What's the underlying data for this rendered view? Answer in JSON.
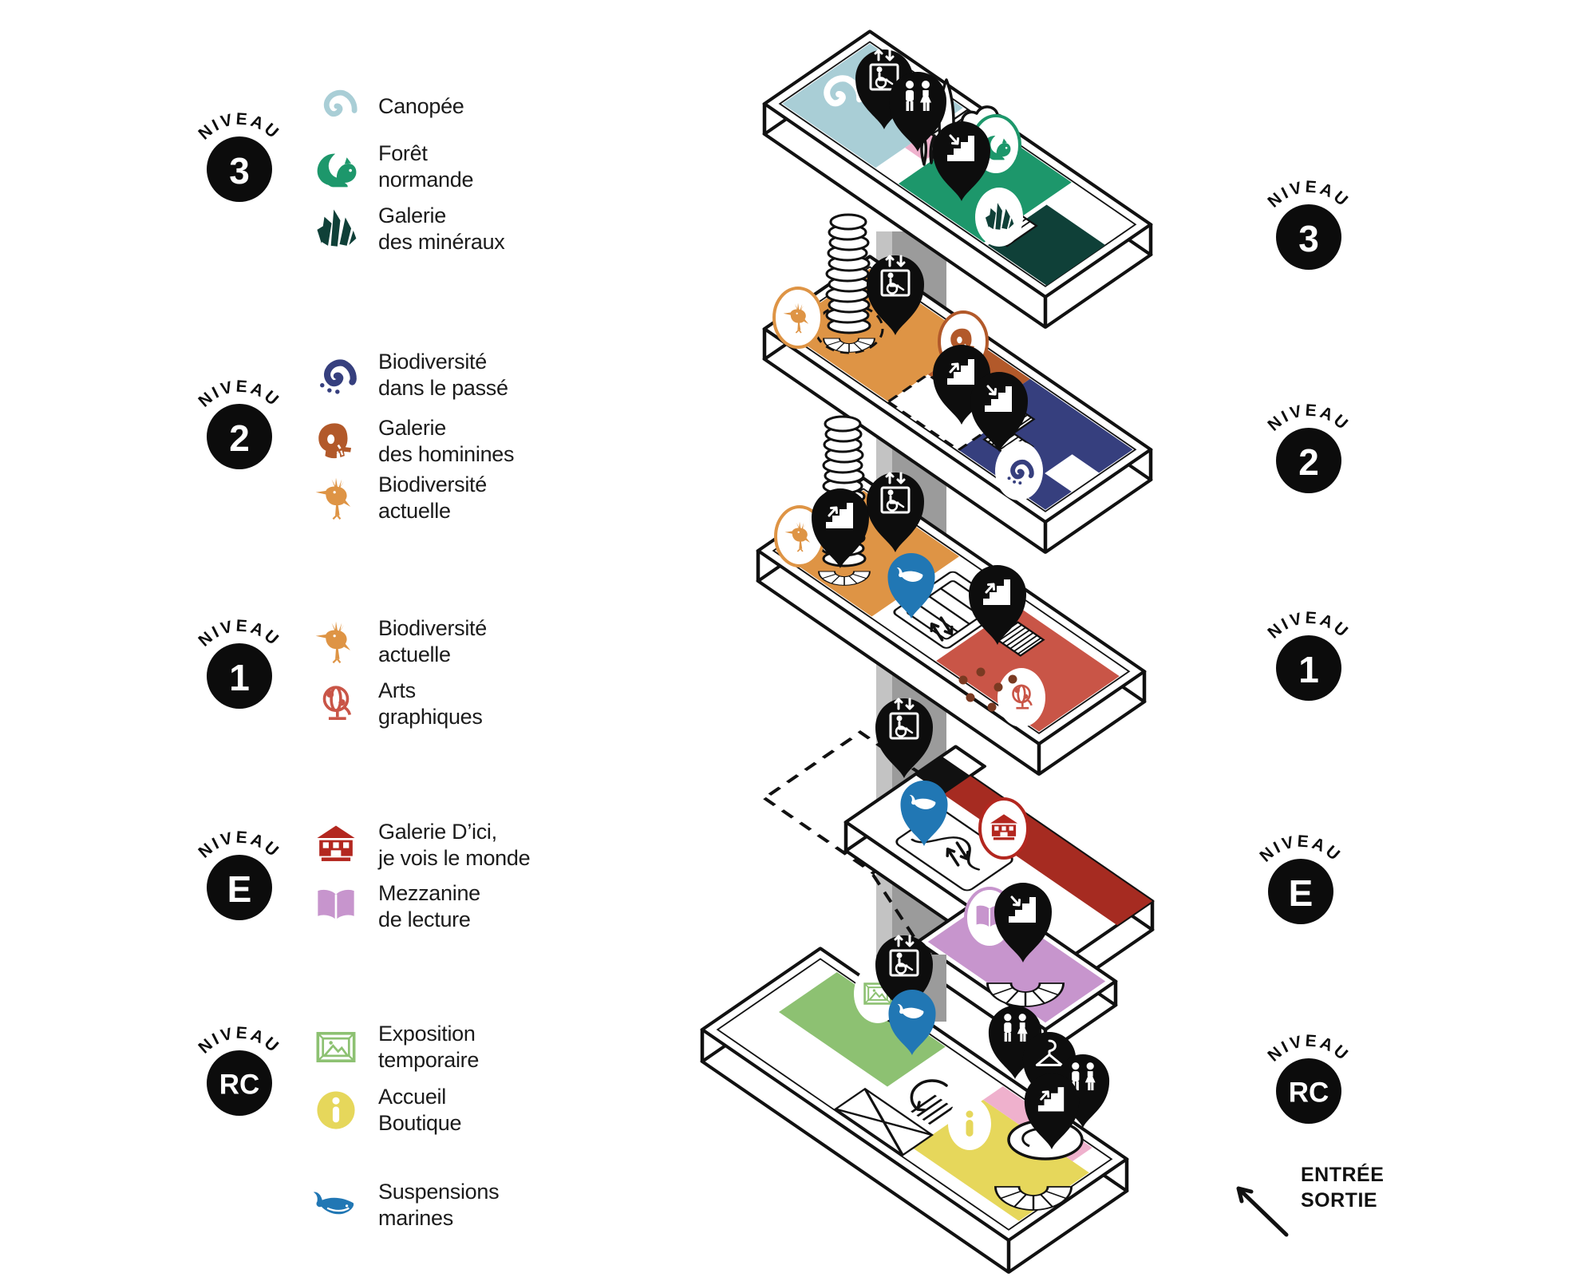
{
  "legend": {
    "badge_word": "NIVEAU",
    "levels": [
      {
        "number": "3",
        "entries": [
          {
            "icon": "spiral-icon",
            "color": "#a9ced6",
            "line1": "Canopée",
            "line2": ""
          },
          {
            "icon": "squirrel-icon",
            "color": "#1d976b",
            "line1": "Forêt",
            "line2": "normande"
          },
          {
            "icon": "crystals-icon",
            "color": "#0f4038",
            "line1": "Galerie",
            "line2": "des minéraux"
          }
        ]
      },
      {
        "number": "2",
        "entries": [
          {
            "icon": "ammonite-icon",
            "color": "#363f7e",
            "line1": "Biodiversité",
            "line2": "dans le passé"
          },
          {
            "icon": "skull-icon",
            "color": "#b2592a",
            "line1": "Galerie",
            "line2": "des hominines"
          },
          {
            "icon": "bird-icon",
            "color": "#de9445",
            "line1": "Biodiversité",
            "line2": "actuelle"
          }
        ]
      },
      {
        "number": "1",
        "entries": [
          {
            "icon": "bird-icon",
            "color": "#de9445",
            "line1": "Biodiversité",
            "line2": "actuelle"
          },
          {
            "icon": "globe-icon",
            "color": "#c95547",
            "line1": "Arts",
            "line2": "graphiques"
          }
        ]
      },
      {
        "number": "E",
        "entries": [
          {
            "icon": "museum-icon",
            "color": "#b3271f",
            "line1": "Galerie D’ici,",
            "line2": "je vois le monde"
          },
          {
            "icon": "book-icon",
            "color": "#c795cd",
            "line1": "Mezzanine",
            "line2": "de lecture"
          }
        ]
      },
      {
        "number": "RC",
        "entries": [
          {
            "icon": "frame-icon",
            "color": "#8dc172",
            "line1": "Exposition",
            "line2": "temporaire"
          },
          {
            "icon": "info-icon",
            "color": "#e6d75b",
            "line1": "Accueil",
            "line2": "Boutique"
          },
          {
            "icon": "whale-icon",
            "color": "#2177b4",
            "line1": "Suspensions",
            "line2": "marines"
          }
        ]
      }
    ]
  },
  "diagram": {
    "level_badges": [
      "3",
      "2",
      "1",
      "E",
      "RC"
    ],
    "entrance": {
      "line1": "ENTRÉE",
      "line2": "SORTIE"
    },
    "floors": [
      {
        "level": "3",
        "areas": [
          "Canopée",
          "Forêt normande",
          "Galerie des minéraux"
        ],
        "facilities": [
          "elevator",
          "toilets",
          "stairs"
        ]
      },
      {
        "level": "2",
        "areas": [
          "Biodiversité actuelle",
          "Galerie des hominines",
          "Biodiversité dans le passé"
        ],
        "facilities": [
          "elevator",
          "stairs"
        ]
      },
      {
        "level": "1",
        "areas": [
          "Biodiversité actuelle",
          "Arts graphiques",
          "Suspensions marines"
        ],
        "facilities": [
          "elevator",
          "escalator",
          "stairs"
        ]
      },
      {
        "level": "E",
        "areas": [
          "Galerie D’ici, je vois le monde",
          "Mezzanine de lecture",
          "Suspensions marines"
        ],
        "facilities": [
          "elevator",
          "escalator",
          "stairs"
        ]
      },
      {
        "level": "RC",
        "areas": [
          "Exposition temporaire",
          "Accueil Boutique",
          "Suspensions marines"
        ],
        "facilities": [
          "elevator",
          "toilets",
          "cloakroom",
          "stairs"
        ]
      }
    ]
  },
  "colors": {
    "canopee": "#a9ced6",
    "foret": "#1d976b",
    "mineraux": "#0f4038",
    "passe": "#363f7e",
    "hominines": "#b2592a",
    "actuelle": "#de9445",
    "arts": "#c95547",
    "dici": "#a62b21",
    "mezzanine": "#c795cd",
    "expo": "#8dc172",
    "accueil": "#e6d75b",
    "marines": "#2177b4",
    "pink": "#efb1cd",
    "shaft": "#9b9b9b",
    "shaft_light": "#c3c3c3",
    "ink": "#111111"
  }
}
